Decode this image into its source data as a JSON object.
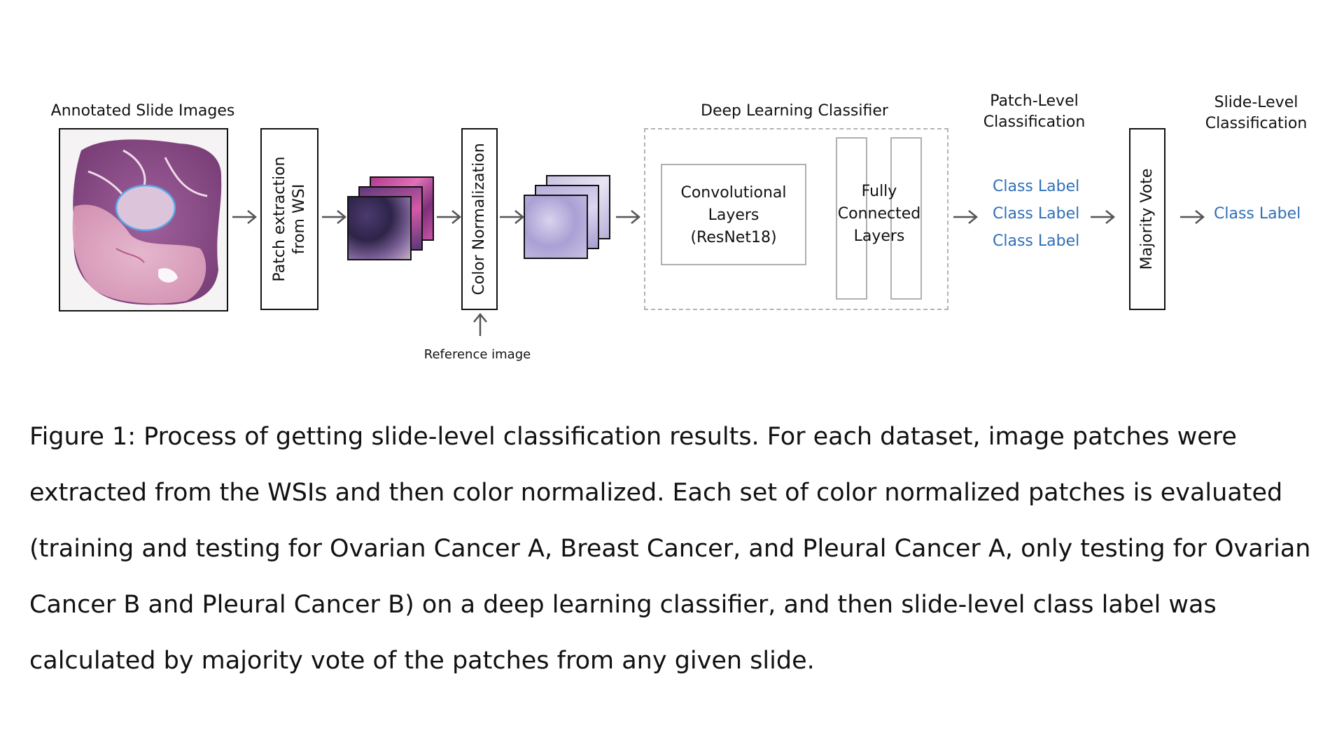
{
  "diagram": {
    "annotated_title": "Annotated Slide Images",
    "patch_extraction_line1": "Patch extraction",
    "patch_extraction_line2": "from WSI",
    "color_normalization": "Color Normalization",
    "reference_image": "Reference image",
    "dl_title": "Deep Learning Classifier",
    "conv_line1": "Convolutional",
    "conv_line2": "Layers",
    "conv_line3": "(ResNet18)",
    "fc_line1": "Fully",
    "fc_line2": "Connected",
    "fc_line3": "Layers",
    "patch_level_line1": "Patch-Level",
    "patch_level_line2": "Classification",
    "patch_labels": [
      "Class Label",
      "Class Label",
      "Class Label"
    ],
    "majority_vote": "Majority Vote",
    "slide_level_line1": "Slide-Level",
    "slide_level_line2": "Classification",
    "slide_label": "Class Label",
    "accent_color": "#2f6fb7"
  },
  "caption": "Figure 1: Process of getting slide-level classification results. For each dataset, image patches were extracted from the WSIs and then color normalized. Each set of color normalized patches is evaluated (training and testing for Ovarian Cancer A, Breast Cancer, and Pleural Cancer A, only testing for Ovarian Cancer B and Pleural Cancer B) on a deep learning classifier, and then slide-level class label was calculated by majority vote of the patches from any given slide."
}
